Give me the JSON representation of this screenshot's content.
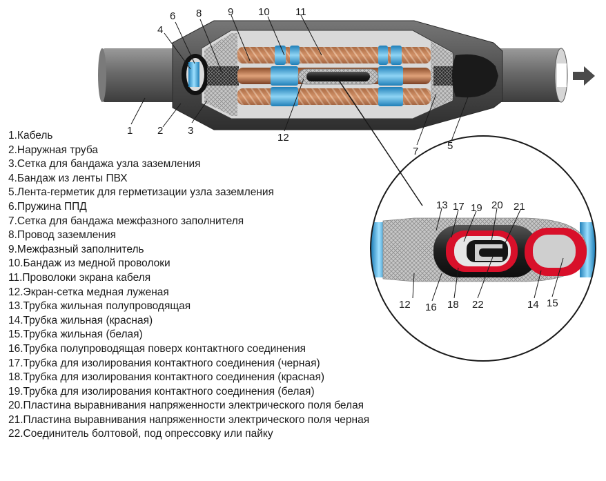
{
  "callouts": {
    "c1": "1",
    "c2": "2",
    "c3": "3",
    "c4": "4",
    "c5": "5",
    "c6": "6",
    "c7": "7",
    "c8": "8",
    "c9": "9",
    "c10": "10",
    "c11": "11",
    "c12": "12",
    "d12": "12",
    "d13": "13",
    "d14": "14",
    "d15": "15",
    "d16": "16",
    "d17": "17",
    "d18": "18",
    "d19": "19",
    "d20": "20",
    "d21": "21",
    "d22": "22"
  },
  "legend": [
    "1.Кабель",
    "2.Наружная труба",
    "3.Сетка для бандажа узла заземления",
    "4.Бандаж из ленты ПВХ",
    "5.Лента-герметик для герметизации узла заземления",
    "6.Пружина ППД",
    "7.Сетка для бандажа межфазного заполнителя",
    "8.Провод заземления",
    "9.Межфазный заполнитель",
    "10.Бандаж из медной проволоки",
    "11.Проволоки экрана кабеля",
    "12.Экран-сетка медная луженая",
    "13.Трубка жильная полупроводящая",
    "14.Трубка жильная (красная)",
    "15.Трубка жильная (белая)",
    "16.Трубка полупроводящая поверх контактного соединения",
    "17.Трубка для изолирования контактного соединения (черная)",
    "18.Трубка для изолирования контактного соединения (красная)",
    "19.Трубка для изолирования контактного соединения (белая)",
    "20.Пластина выравнивания напряженности электрического поля белая",
    "21.Пластина выравнивания напряженности электрического поля черная",
    "22.Соединитель болтовой, под опрессовку или пайку"
  ],
  "colors": {
    "cable": "#6e6e6e",
    "sleeve": "#4a4a4a",
    "copper": "#b8754a",
    "blue_band": "#3aa6d8",
    "red_tube": "#d8102a",
    "mesh": "#b9b9b9",
    "arrow": "#4a4a4a"
  }
}
